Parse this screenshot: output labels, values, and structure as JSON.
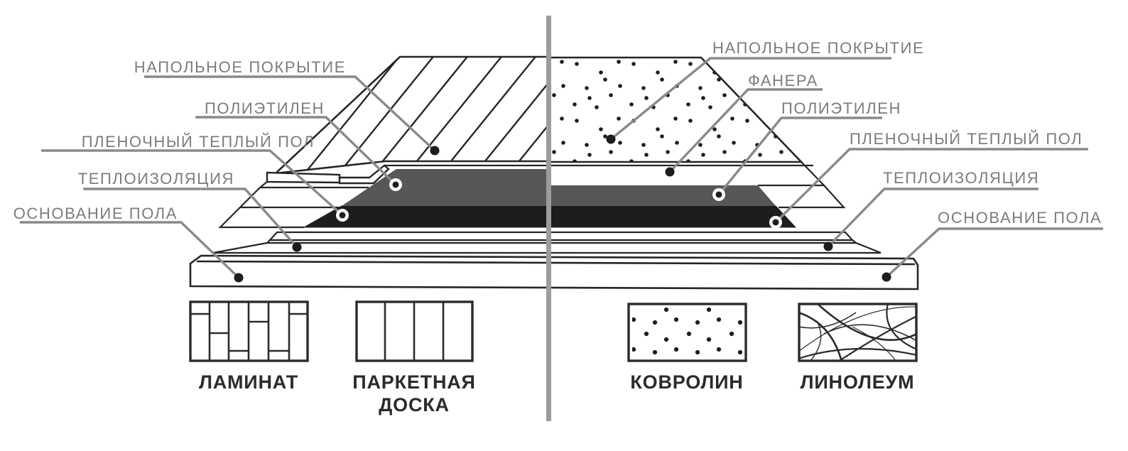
{
  "callouts": {
    "left": [
      "НАПОЛЬНОЕ ПОКРЫТИЕ",
      "ПОЛИЭТИЛЕН",
      "ПЛЕНОЧНЫЙ ТЕПЛЫЙ ПОЛ",
      "ТЕПЛОИЗОЛЯЦИЯ",
      "ОСНОВАНИЕ ПОЛА"
    ],
    "right": [
      "НАПОЛЬНОЕ ПОКРЫТИЕ",
      "ФАНЕРА",
      "ПОЛИЭТИЛЕН",
      "ПЛЕНОЧНЫЙ ТЕПЛЫЙ ПОЛ",
      "ТЕПЛОИЗОЛЯЦИЯ",
      "ОСНОВАНИЕ ПОЛА"
    ]
  },
  "legend": [
    {
      "label": "ЛАМИНАТ",
      "pattern": "laminate-bricks"
    },
    {
      "label": "ПАРКЕТНАЯ ДОСКА",
      "pattern": "parquet-planks"
    },
    {
      "label": "КОВРОЛИН",
      "pattern": "carpet-dots"
    },
    {
      "label": "ЛИНОЛЕУМ",
      "pattern": "linoleum-swirls"
    }
  ],
  "colors": {
    "outline": "#262626",
    "heating_film_black": "#1d1d1d",
    "polyethylene_gray": "#575757",
    "leader_line_gray": "#8a8a8a",
    "label_gray": "#7c7c7c",
    "legend_text": "#2b2b2b",
    "divider_gray": "#9c9c9c",
    "background": "#ffffff"
  }
}
